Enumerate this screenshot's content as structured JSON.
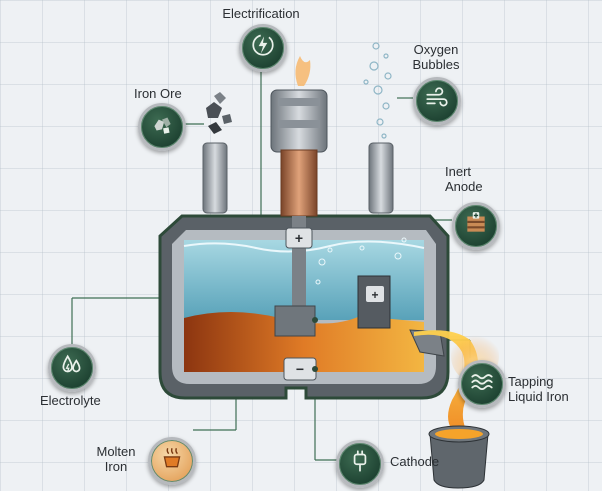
{
  "labels": {
    "electrification": "Electrification",
    "iron_ore": "Iron Ore",
    "oxygen_bubbles": "Oxygen\nBubbles",
    "inert_anode": "Inert\nAnode",
    "electrolyte": "Electrolyte",
    "tapping_liquid_iron": "Tapping\nLiquid Iron",
    "molten_iron": "Molten\nIron",
    "cathode": "Cathode"
  },
  "icons": {
    "electrification": "lightning-icon",
    "iron_ore": "ore-rocks-icon",
    "oxygen_bubbles": "air-flow-icon",
    "inert_anode": "layered-block-plus-icon",
    "electrolyte": "droplets-icon",
    "tapping_liquid_iron": "heat-waves-icon",
    "molten_iron": "hot-pot-icon",
    "cathode": "plug-icon"
  },
  "terminal_signs": {
    "top": "+",
    "anode": "+",
    "bottom": "−"
  },
  "colors": {
    "badge_green": "#1f4433",
    "leader_green": "#3f6f55",
    "electrolyte": "#7fc4d6",
    "molten": "#c4571a",
    "copper": "#b8734a",
    "steel": "#9ea4aa"
  }
}
